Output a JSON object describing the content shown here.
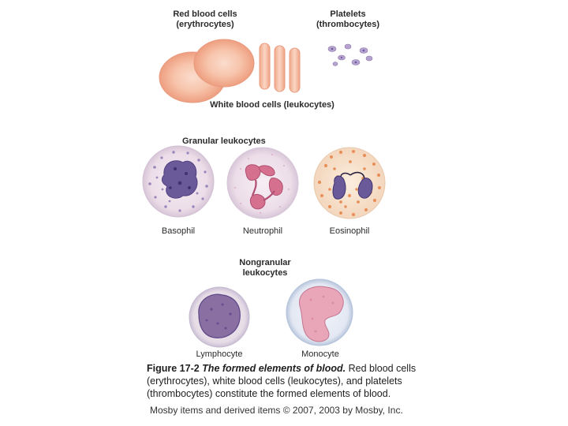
{
  "labels": {
    "rbc_line1": "Red blood cells",
    "rbc_line2": "(erythrocytes)",
    "platelets_line1": "Platelets",
    "platelets_line2": "(thrombocytes)",
    "wbc": "White blood cells (leukocytes)",
    "granular": "Granular leukocytes",
    "basophil": "Basophil",
    "neutrophil": "Neutrophil",
    "eosinophil": "Eosinophil",
    "nongranular_line1": "Nongranular",
    "nongranular_line2": "leukocytes",
    "lymphocyte": "Lymphocyte",
    "monocyte": "Monocyte"
  },
  "caption": {
    "figure": "Figure 17-2",
    "title": "The formed elements of blood.",
    "body": "Red blood cells (erythrocytes), white blood cells (leukocytes), and platelets (thrombocytes) constitute the formed elements of blood."
  },
  "credit": "Mosby items and derived items © 2007, 2003 by Mosby, Inc.",
  "colors": {
    "rbc": "#f4b79c",
    "nucleus_purple": "#6b5a9a",
    "neutrophil_nucleus": "#d6708f",
    "eosin_granules": "#e8905a",
    "monocyte_nucleus": "#e9a6b8"
  }
}
